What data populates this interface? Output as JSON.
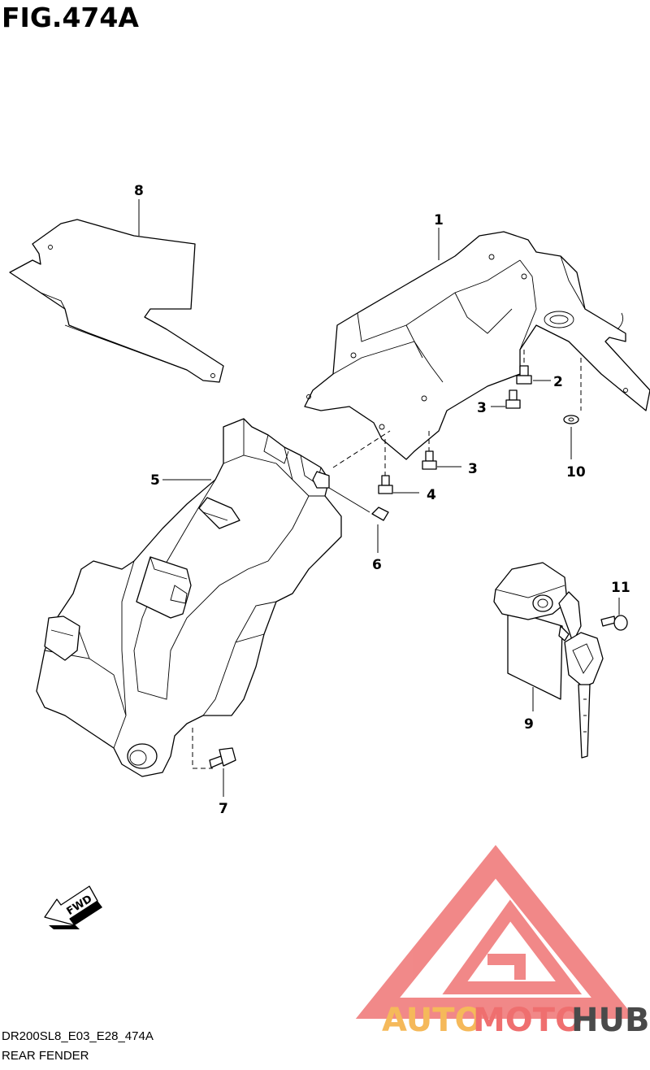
{
  "figure": {
    "title": "FIG.474A",
    "code": "DR200SL8_E03_E28_474A",
    "name": "REAR FENDER"
  },
  "callouts": [
    "1",
    "2",
    "3",
    "3",
    "4",
    "5",
    "6",
    "7",
    "8",
    "9",
    "10",
    "11"
  ],
  "direction_badge": "FWD",
  "watermark": {
    "part_a": "AUTO",
    "part_b": "MOTO",
    "part_c": "HUB",
    "colors": {
      "auto": "#f5b95a",
      "moto": "#ef6f6f",
      "hub": "#4a4a4a",
      "logo": "#f07c7c"
    }
  }
}
